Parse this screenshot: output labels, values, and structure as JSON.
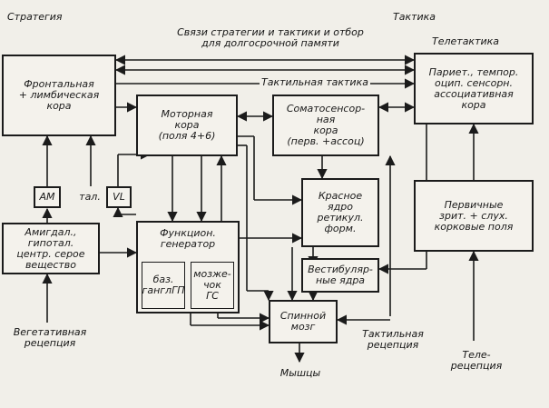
{
  "headers": {
    "strategy": "Стратегия",
    "tactics": "Тактика",
    "links_line1": "Связи стратегии и тактики и отбор",
    "links_line2": "для долгосрочной памяти",
    "teletactics": "Телетактика",
    "tactile_tactics": "Тактильная тактика"
  },
  "boxes": {
    "frontal": "Фронтальная\n+ лимбическая\nкора",
    "motor": "Моторная\nкора\n(поля 4+6)",
    "somato": "Соматосенсор-\nная\nкора\n(перв. +ассоц)",
    "parietal": "Париет., темпор.\nоцип. сенсорн.\nассоциативная\nкора",
    "am": "AM",
    "tal": "тал.",
    "vl": "VL",
    "amygdala": "Амигдал.,\nгипотал.\nцентр. серое\nвещество",
    "func_gen": "Функцион.\nгенератор",
    "basal": "баз.\nганглГП",
    "cerebellum": "мозже-\nчок\nГС",
    "red_nucleus": "Красное\nядро\nретикул.\nформ.",
    "vestibular": "Вестибуляр-\nные ядра",
    "spinal": "Спинной\nмозг",
    "primary": "Первичные\nзрит. + слух.\nкорковые поля"
  },
  "labels": {
    "vegetative": "Вегетативная\nрецепция",
    "tactile_rec": "Тактильная\nрецепция",
    "tele_rec": "Теле-\nрецепция",
    "muscles": "Мышцы"
  }
}
